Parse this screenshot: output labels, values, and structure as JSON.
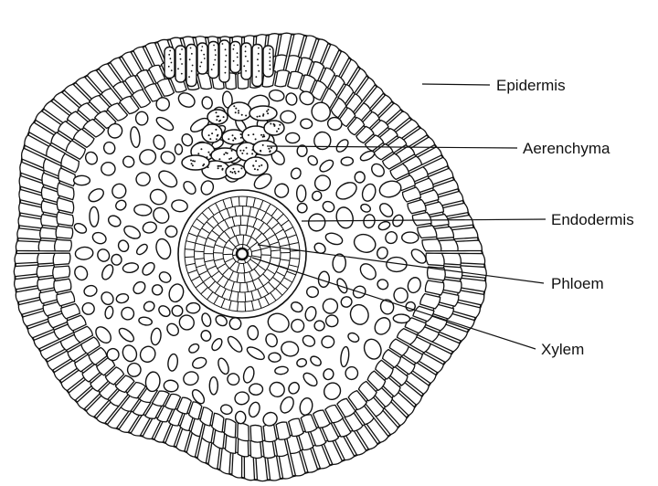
{
  "diagram": {
    "labels": [
      {
        "key": "epidermis",
        "text": "Epidermis"
      },
      {
        "key": "aerenchyma",
        "text": "Aerenchyma"
      },
      {
        "key": "endodermis",
        "text": "Endodermis"
      },
      {
        "key": "phloem",
        "text": "Phloem"
      },
      {
        "key": "xylem",
        "text": "Xylem"
      }
    ]
  }
}
